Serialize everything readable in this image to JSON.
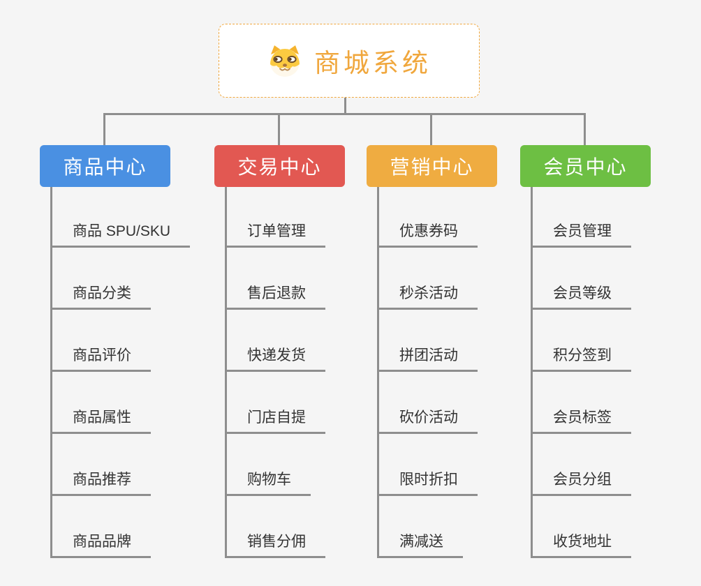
{
  "root": {
    "title": "商城系统",
    "icon": "dog-face-icon"
  },
  "branches": [
    {
      "label": "商品中心",
      "color": "#4a90e2",
      "items": [
        "商品 SPU/SKU",
        "商品分类",
        "商品评价",
        "商品属性",
        "商品推荐",
        "商品品牌"
      ]
    },
    {
      "label": "交易中心",
      "color": "#e25852",
      "items": [
        "订单管理",
        "售后退款",
        "快递发货",
        "门店自提",
        "购物车",
        "销售分佣"
      ]
    },
    {
      "label": "营销中心",
      "color": "#efac41",
      "items": [
        "优惠券码",
        "秒杀活动",
        "拼团活动",
        "砍价活动",
        "限时折扣",
        "满减送"
      ]
    },
    {
      "label": "会员中心",
      "color": "#6dbf43",
      "items": [
        "会员管理",
        "会员等级",
        "积分签到",
        "会员标签",
        "会员分组",
        "收货地址"
      ]
    }
  ],
  "colors": {
    "background": "#f5f5f5",
    "connector": "#8e8e8e",
    "leaf_underline": "#8e8e8e",
    "leaf_text": "#333333",
    "root_accent": "#f0a73d",
    "branch_text": "#ffffff"
  }
}
